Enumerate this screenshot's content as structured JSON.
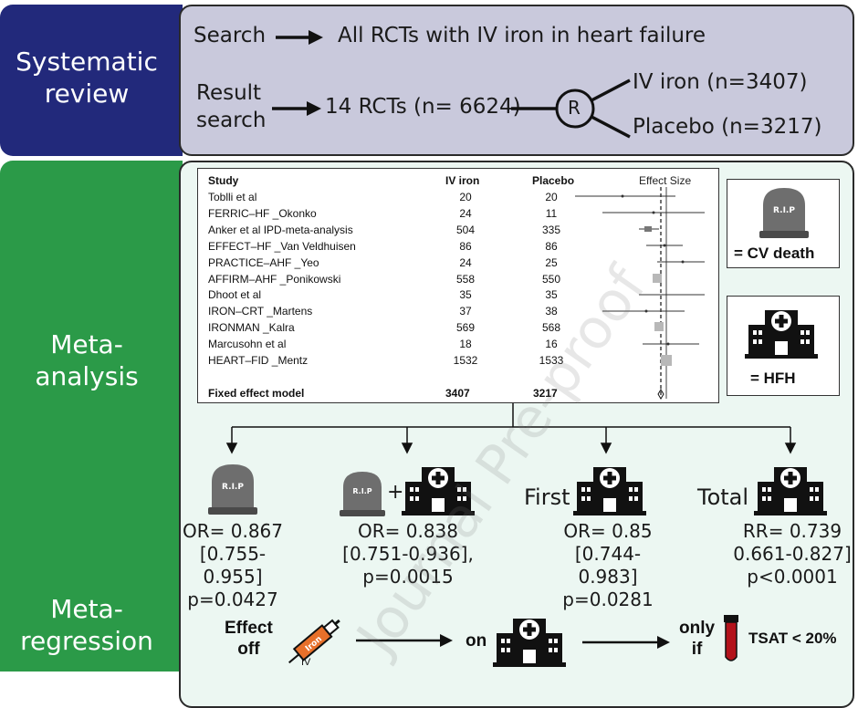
{
  "sections": {
    "systematic_review": "Systematic\nreview",
    "meta_analysis": "Meta-\nanalysis",
    "meta_regression": "Meta-\nregression"
  },
  "search": {
    "label": "Search",
    "text": "All RCTs with IV iron in heart failure"
  },
  "result": {
    "label": "Result\nsearch",
    "rcts": "14 RCTs (n= 6624)",
    "randomization": "R",
    "arm1": "IV iron (n=3407)",
    "arm2": "Placebo (n=3217)"
  },
  "forest": {
    "headers": {
      "study": "Study",
      "iv": "IV iron",
      "placebo": "Placebo",
      "effect": "Effect Size"
    },
    "rows": [
      {
        "study": "Toblli et al",
        "iv": "20",
        "placebo": "20"
      },
      {
        "study": "FERRIC–HF _Okonko",
        "iv": "24",
        "placebo": "11"
      },
      {
        "study": "Anker et al IPD-meta-analysis",
        "iv": "504",
        "placebo": "335"
      },
      {
        "study": "EFFECT–HF _Van Veldhuisen",
        "iv": "86",
        "placebo": "86"
      },
      {
        "study": "PRACTICE–AHF _Yeo",
        "iv": "24",
        "placebo": "25"
      },
      {
        "study": "AFFIRM–AHF _Ponikowski",
        "iv": "558",
        "placebo": "550"
      },
      {
        "study": "Dhoot et al",
        "iv": "35",
        "placebo": "35"
      },
      {
        "study": "IRON–CRT _Martens",
        "iv": "37",
        "placebo": "38"
      },
      {
        "study": "IRONMAN _Kalra",
        "iv": "569",
        "placebo": "568"
      },
      {
        "study": "Marcusohn et al",
        "iv": "18",
        "placebo": "16"
      },
      {
        "study": "HEART–FID _Mentz",
        "iv": "1532",
        "placebo": "1533"
      }
    ],
    "total": {
      "study": "Fixed effect model",
      "iv": "3407",
      "placebo": "3217"
    }
  },
  "legend": {
    "cv_death": "= CV death",
    "hfh": "= HFH",
    "rip": "R.I.P"
  },
  "outcomes": [
    {
      "prefix": "",
      "stat": "OR= 0.867",
      "ci": "[0.755-0.955]",
      "p": "p=0.0427"
    },
    {
      "prefix": "+",
      "stat": "OR= 0.838",
      "ci": "[0.751-0.936],",
      "p": "p=0.0015"
    },
    {
      "prefix": "First",
      "stat": "OR= 0.85",
      "ci": "[0.744-0.983]",
      "p": "p=0.0281"
    },
    {
      "prefix": "Total",
      "stat": "RR= 0.739",
      "ci": "0.661-0.827]",
      "p": "p<0.0001"
    }
  ],
  "regression": {
    "effect_off": "Effect\noff",
    "iron": "Iron",
    "iv": "IV",
    "on": "on",
    "only_if": "only\nif",
    "tsat": "TSAT < 20%"
  },
  "watermark": "Journal Pre-proof",
  "colors": {
    "blue": "#22297b",
    "green": "#2b9a48",
    "top_panel": "#c9c9dc",
    "main_panel": "#ecf7f2",
    "tombstone": "#6e6e6e",
    "syringe": "#e8702a",
    "blood": "#b3121b"
  }
}
